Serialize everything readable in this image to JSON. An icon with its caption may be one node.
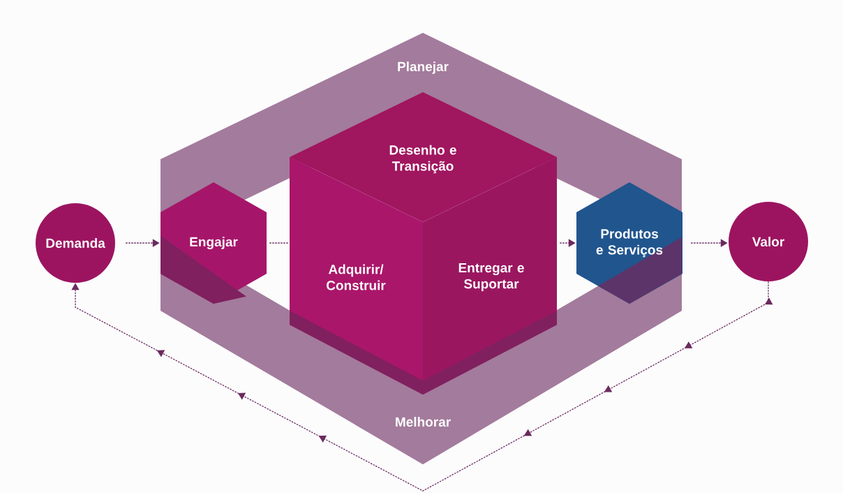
{
  "diagram": {
    "nodes": [
      {
        "text": [
          "Demanda"
        ]
      },
      {
        "text": [
          "Engajar"
        ]
      },
      {
        "text": [
          "Desenho e Transição"
        ]
      },
      {
        "text": [
          "Adquirir/ Construir"
        ]
      },
      {
        "text": [
          "Entregar e Suportar"
        ]
      },
      {
        "text": [
          "Produtos e Serviços"
        ]
      },
      {
        "text": [
          "Valor"
        ]
      }
    ],
    "edges": [
      {
        "from": 0,
        "to": 1,
        "arrow": "to"
      },
      {
        "from": 1,
        "to": 3,
        "arrow": "none"
      },
      {
        "from": 4,
        "to": 5,
        "arrow": "to"
      },
      {
        "from": 5,
        "to": 6,
        "arrow": "to"
      },
      {
        "from": 6,
        "to": 0,
        "arrow": "to"
      }
    ],
    "labels": [
      "Planejar",
      "Melhorar"
    ]
  }
}
